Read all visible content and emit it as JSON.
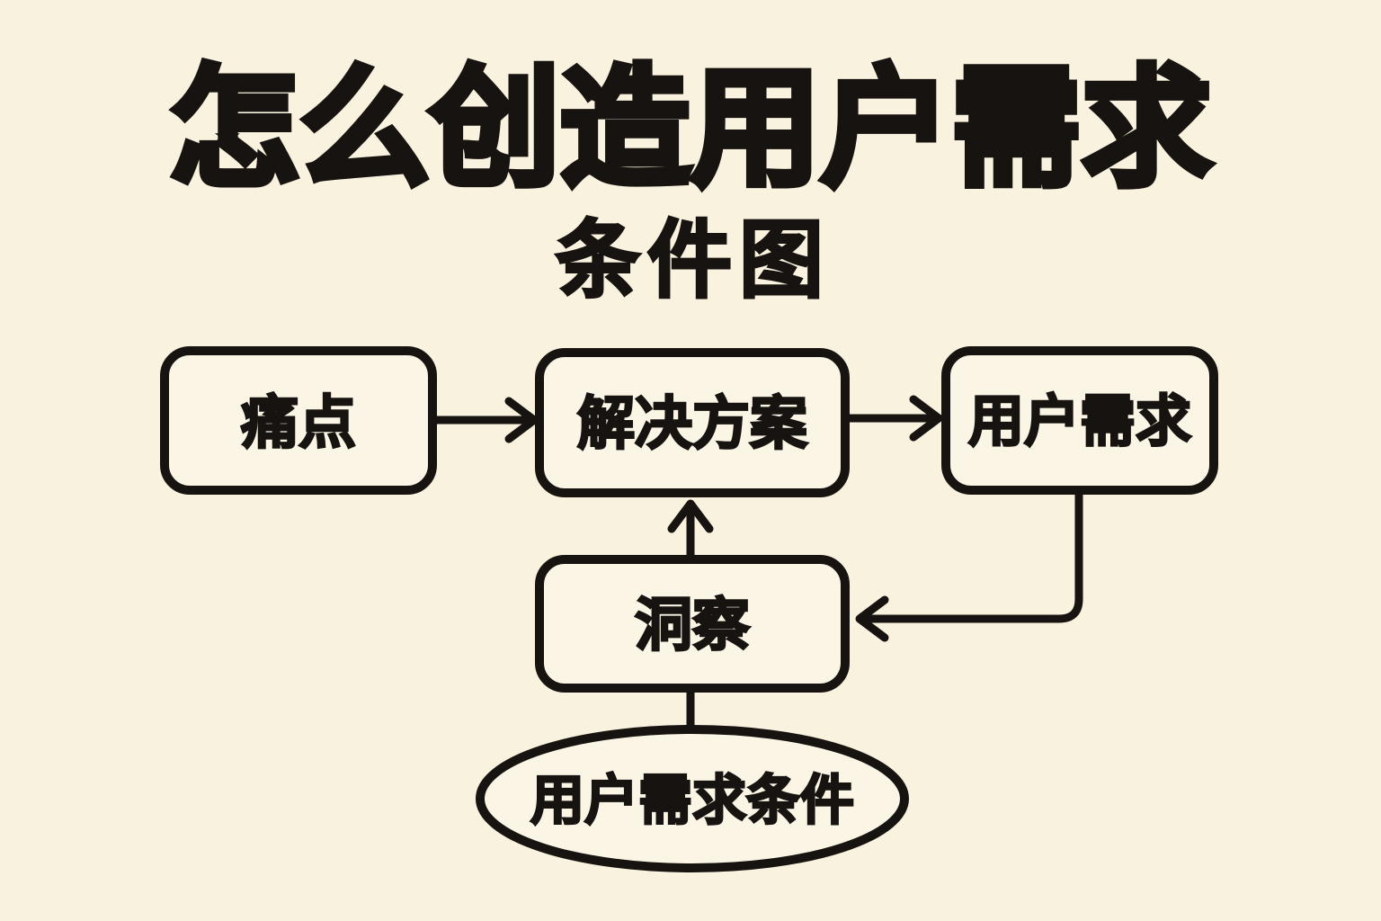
{
  "page": {
    "background_color": "#f9f2de",
    "ink_color": "#171310"
  },
  "header": {
    "title": "怎么创造用户需求",
    "subtitle": "条件图"
  },
  "diagram": {
    "type": "flowchart",
    "nodes": [
      {
        "id": "pain-point",
        "label": "痛点",
        "shape": "rounded-rect"
      },
      {
        "id": "solution",
        "label": "解决方案",
        "shape": "rounded-rect"
      },
      {
        "id": "user-demand",
        "label": "用户需求",
        "shape": "rounded-rect"
      },
      {
        "id": "insight",
        "label": "洞察",
        "shape": "rounded-rect"
      },
      {
        "id": "user-demand-condition",
        "label": "用户需求条件",
        "shape": "ellipse"
      }
    ],
    "edges": [
      {
        "from": "痛点",
        "to": "解决方案",
        "style": "arrow-right"
      },
      {
        "from": "解决方案",
        "to": "用户需求",
        "style": "arrow-right"
      },
      {
        "from": "用户需求",
        "to": "洞察",
        "style": "elbow-down-left-arrow"
      },
      {
        "from": "洞察",
        "to": "解决方案",
        "style": "arrow-up"
      },
      {
        "from": "用户需求条件",
        "to": "洞察",
        "style": "plain-line"
      }
    ]
  }
}
